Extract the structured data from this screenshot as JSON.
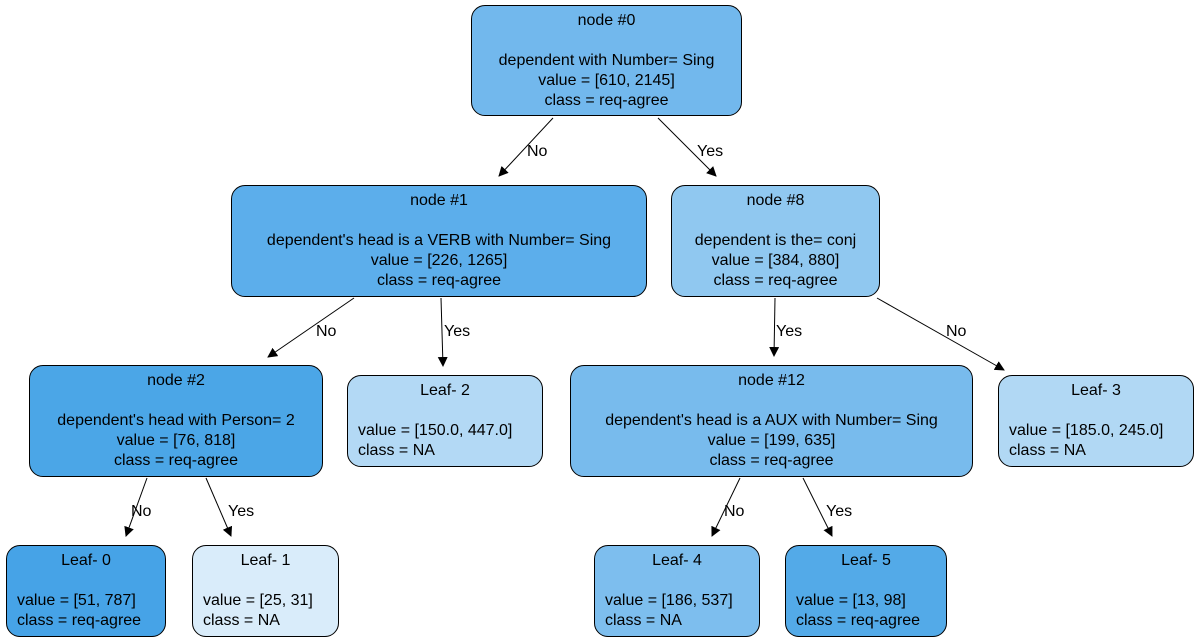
{
  "nodes": [
    {
      "id": "n0",
      "title": "node #0",
      "lines": [
        "dependent with Number= Sing",
        "value = [610, 2145]",
        "class = req-agree"
      ],
      "fill": "#72b8ed",
      "align": "center"
    },
    {
      "id": "n1",
      "title": "node #1",
      "lines": [
        "dependent's head is a VERB with Number= Sing",
        "value = [226, 1265]",
        "class = req-agree"
      ],
      "fill": "#5caeeb",
      "align": "center"
    },
    {
      "id": "n8",
      "title": "node #8",
      "lines": [
        "dependent is the= conj",
        "value = [384, 880]",
        "class = req-agree"
      ],
      "fill": "#90c8f0",
      "align": "center"
    },
    {
      "id": "n2",
      "title": "node #2",
      "lines": [
        "dependent's head with Person= 2",
        "value = [76, 818]",
        "class = req-agree"
      ],
      "fill": "#4ba6e7",
      "align": "center"
    },
    {
      "id": "l2",
      "title": "Leaf- 2",
      "lines": [
        "value = [150.0, 447.0]",
        "class = NA"
      ],
      "fill": "#b3d9f5",
      "align": "left"
    },
    {
      "id": "n12",
      "title": "node #12",
      "lines": [
        "dependent's head is a AUX with Number= Sing",
        "value = [199, 635]",
        "class = req-agree"
      ],
      "fill": "#78bbed",
      "align": "center"
    },
    {
      "id": "l3",
      "title": "Leaf- 3",
      "lines": [
        "value = [185.0, 245.0]",
        "class = NA"
      ],
      "fill": "#b1d8f4",
      "align": "left"
    },
    {
      "id": "l0",
      "title": "Leaf- 0",
      "lines": [
        "value = [51, 787]",
        "class = req-agree"
      ],
      "fill": "#46a3e7",
      "align": "left"
    },
    {
      "id": "l1",
      "title": "Leaf- 1",
      "lines": [
        "value = [25, 31]",
        "class = NA"
      ],
      "fill": "#d9ecfa",
      "align": "left"
    },
    {
      "id": "l4",
      "title": "Leaf- 4",
      "lines": [
        "value = [186, 537]",
        "class = NA"
      ],
      "fill": "#7dbeee",
      "align": "left"
    },
    {
      "id": "l5",
      "title": "Leaf- 5",
      "lines": [
        "value = [13, 98]",
        "class = req-agree"
      ],
      "fill": "#53aae8",
      "align": "left"
    }
  ],
  "edges": [
    {
      "from": "n0",
      "to": "n1",
      "label": "No"
    },
    {
      "from": "n0",
      "to": "n8",
      "label": "Yes"
    },
    {
      "from": "n1",
      "to": "n2",
      "label": "No"
    },
    {
      "from": "n1",
      "to": "l2",
      "label": "Yes"
    },
    {
      "from": "n8",
      "to": "n12",
      "label": "Yes"
    },
    {
      "from": "n8",
      "to": "l3",
      "label": "No"
    },
    {
      "from": "n2",
      "to": "l0",
      "label": "No"
    },
    {
      "from": "n2",
      "to": "l1",
      "label": "Yes"
    },
    {
      "from": "n12",
      "to": "l4",
      "label": "No"
    },
    {
      "from": "n12",
      "to": "l5",
      "label": "Yes"
    }
  ]
}
